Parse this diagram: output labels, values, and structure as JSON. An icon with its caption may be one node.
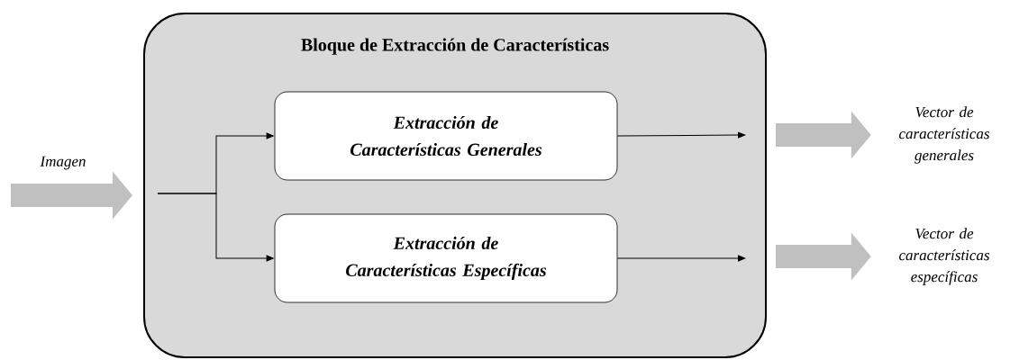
{
  "diagram": {
    "nodes": [
      {
        "text": [
          "Bloque de Extracción de Características"
        ]
      },
      {
        "text": [
          "Extracción de Características Generales"
        ],
        "in": 0
      },
      {
        "text": [
          "Extracción de Características Específicas"
        ],
        "in": 0
      },
      {
        "text": [
          "Vector de características generales"
        ]
      },
      {
        "text": [
          "Vector de características específicas"
        ]
      }
    ],
    "edges": [
      {
        "from": null,
        "to": 0,
        "arrow": "to",
        "label": "Imagen",
        "style": "thick",
        "color": "#c0c0c0"
      },
      {
        "from": null,
        "to": 1,
        "arrow": "to"
      },
      {
        "from": null,
        "to": 2,
        "arrow": "to"
      },
      {
        "from": 1,
        "to": null,
        "arrow": "to"
      },
      {
        "from": 2,
        "to": null,
        "arrow": "to"
      },
      {
        "from": 0,
        "to": 3,
        "arrow": "to",
        "style": "thick",
        "color": "#c0c0c0"
      },
      {
        "from": 0,
        "to": 4,
        "arrow": "to",
        "style": "thick",
        "color": "#c0c0c0"
      }
    ]
  }
}
